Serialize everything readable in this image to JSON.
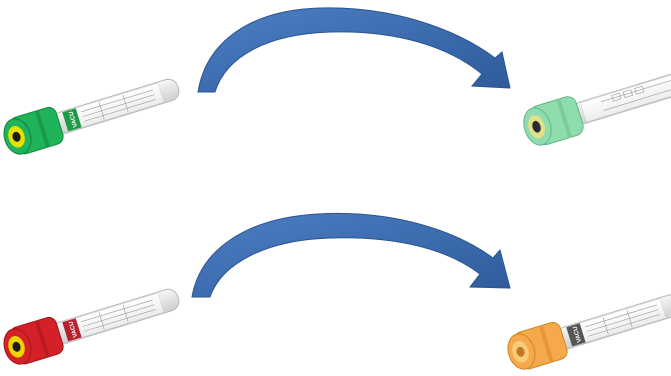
{
  "transitions": [
    {
      "from": {
        "cap_color": "#1fb35a",
        "cap_inner": "#e6e200",
        "label_accent": "#1e9a46",
        "logo": "VACU"
      },
      "to": {
        "cap_color": "#8fdcae",
        "cap_inner": "#e3e08a",
        "label_accent": "#21a14c"
      },
      "arrow_color": "#3f6fb5"
    },
    {
      "from": {
        "cap_color": "#d42127",
        "cap_inner": "#f0d400",
        "label_accent": "#b8202a",
        "logo": "VACU"
      },
      "to": {
        "cap_color": "#f6a94a",
        "cap_inner": "#f8cd7a",
        "label_accent": "#555555",
        "logo": "VACU"
      },
      "arrow_color": "#3f6fb5"
    }
  ]
}
